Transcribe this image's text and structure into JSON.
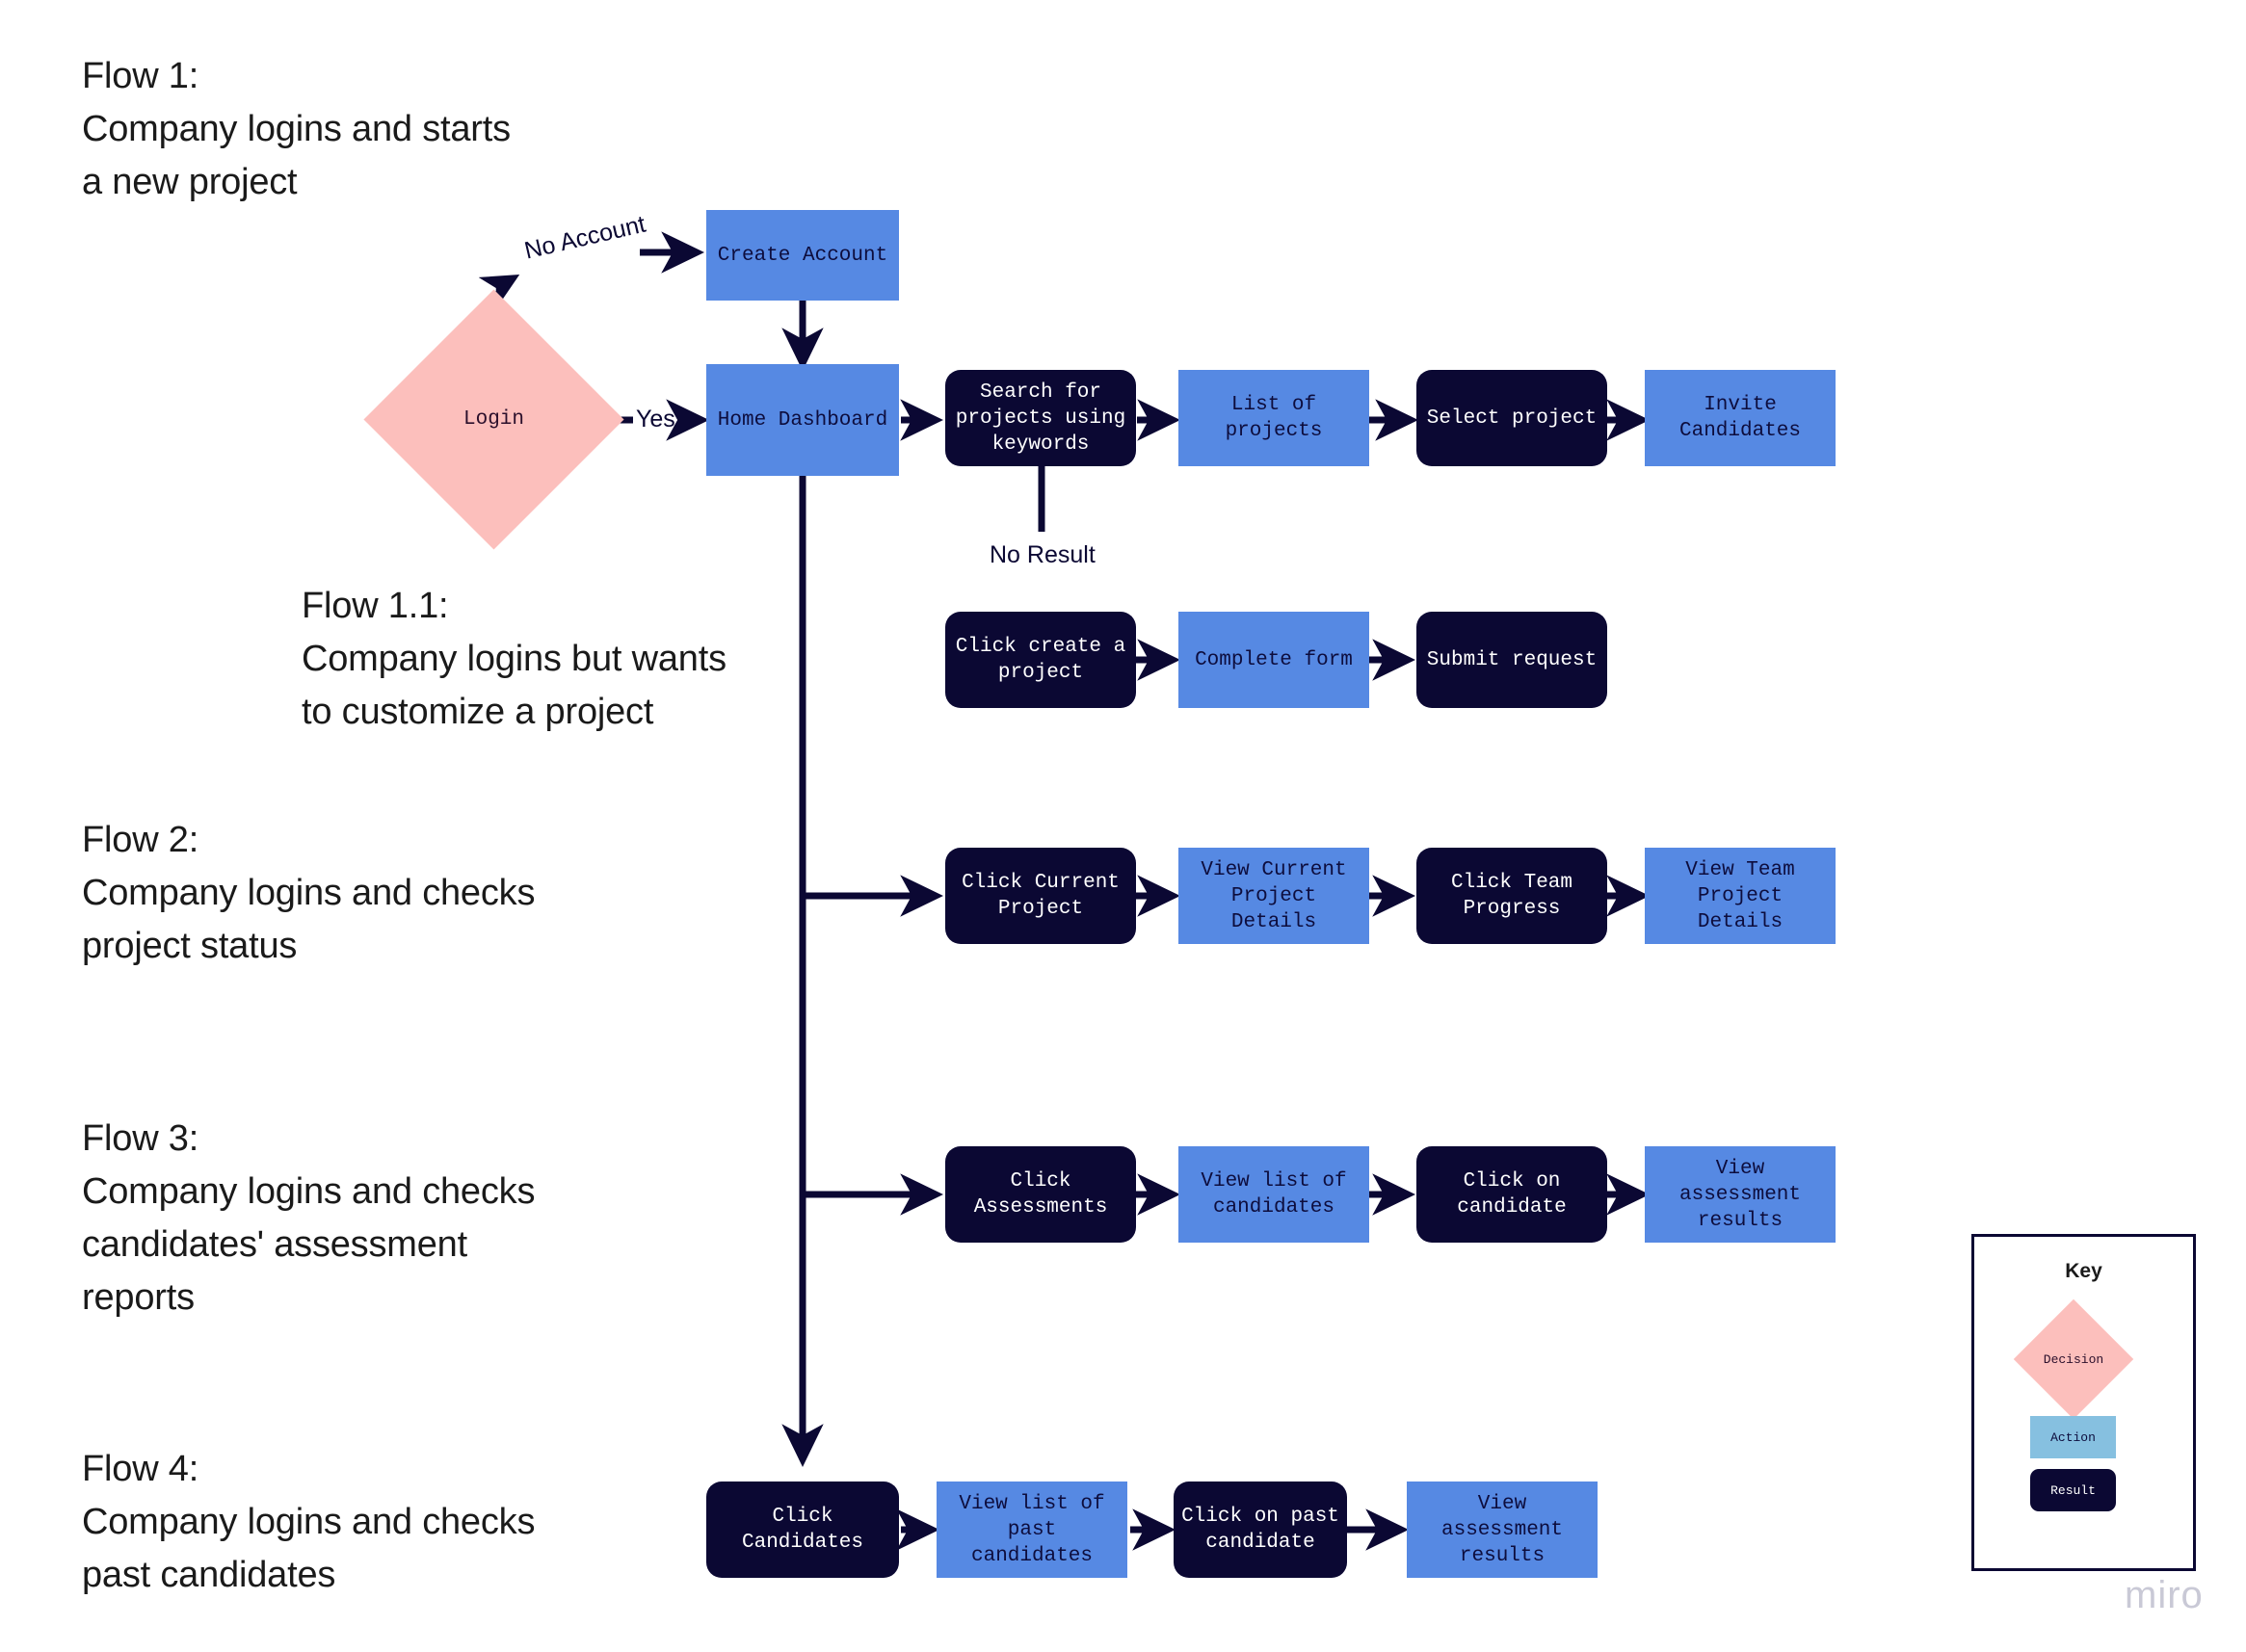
{
  "document": {
    "watermark": "miro"
  },
  "flows": [
    {
      "id": "flow-1",
      "title": "Flow 1:\nCompany logins and starts\na new project"
    },
    {
      "id": "flow-1-1",
      "title": "Flow 1.1:\nCompany logins but wants\nto customize a project"
    },
    {
      "id": "flow-2",
      "title": "Flow 2:\nCompany logins and checks\nproject status"
    },
    {
      "id": "flow-3",
      "title": "Flow 3:\nCompany logins and checks\ncandidates' assessment\nreports"
    },
    {
      "id": "flow-4",
      "title": "Flow 4:\nCompany logins and checks\npast candidates"
    }
  ],
  "nodes": {
    "login": {
      "label": "Login",
      "type": "decision"
    },
    "create_account": {
      "label": "Create Account",
      "type": "action"
    },
    "home_dashboard": {
      "label": "Home Dashboard",
      "type": "action"
    },
    "search_projects": {
      "label": "Search for\nprojects using\nkeywords",
      "type": "result"
    },
    "list_of_projects": {
      "label": "List of projects",
      "type": "action"
    },
    "select_project": {
      "label": "Select project",
      "type": "result"
    },
    "invite_candidates": {
      "label": "Invite\nCandidates",
      "type": "action"
    },
    "click_create_project": {
      "label": "Click create a\nproject",
      "type": "result"
    },
    "complete_form": {
      "label": "Complete form",
      "type": "action"
    },
    "submit_request": {
      "label": "Submit request",
      "type": "result"
    },
    "click_current_project": {
      "label": "Click Current\nProject",
      "type": "result"
    },
    "view_current_project_details": {
      "label": "View Current\nProject Details",
      "type": "action"
    },
    "click_team_progress": {
      "label": "Click Team\nProgress",
      "type": "result"
    },
    "view_team_project_details": {
      "label": "View Team\nProject Details",
      "type": "action"
    },
    "click_assessments": {
      "label": "Click\nAssessments",
      "type": "result"
    },
    "view_list_of_candidates": {
      "label": "View list of\ncandidates",
      "type": "action"
    },
    "click_on_candidate": {
      "label": "Click on\ncandidate",
      "type": "result"
    },
    "view_assessment_results": {
      "label": "View assessment\nresults",
      "type": "action"
    },
    "click_candidates": {
      "label": "Click Candidates",
      "type": "result"
    },
    "view_list_of_past_candidates": {
      "label": "View list of\npast candidates",
      "type": "action"
    },
    "click_on_past_candidate": {
      "label": "Click on past\ncandidate",
      "type": "result"
    },
    "view_assessment_results_2": {
      "label": "View assessment\nresults",
      "type": "action"
    }
  },
  "edge_labels": {
    "no_account": "No Account",
    "yes": "Yes",
    "no_result": "No Result"
  },
  "key": {
    "title": "Key",
    "decision": "Decision",
    "action": "Action",
    "result": "Result"
  },
  "colors": {
    "action_fill": "#5689e3",
    "result_fill": "#0b0833",
    "decision_fill": "#fcbfbc",
    "key_action_fill": "#86c0e0",
    "edge_stroke": "#0b0833",
    "text_dark": "#1a1a1a",
    "watermark": "#c9c9d6"
  }
}
